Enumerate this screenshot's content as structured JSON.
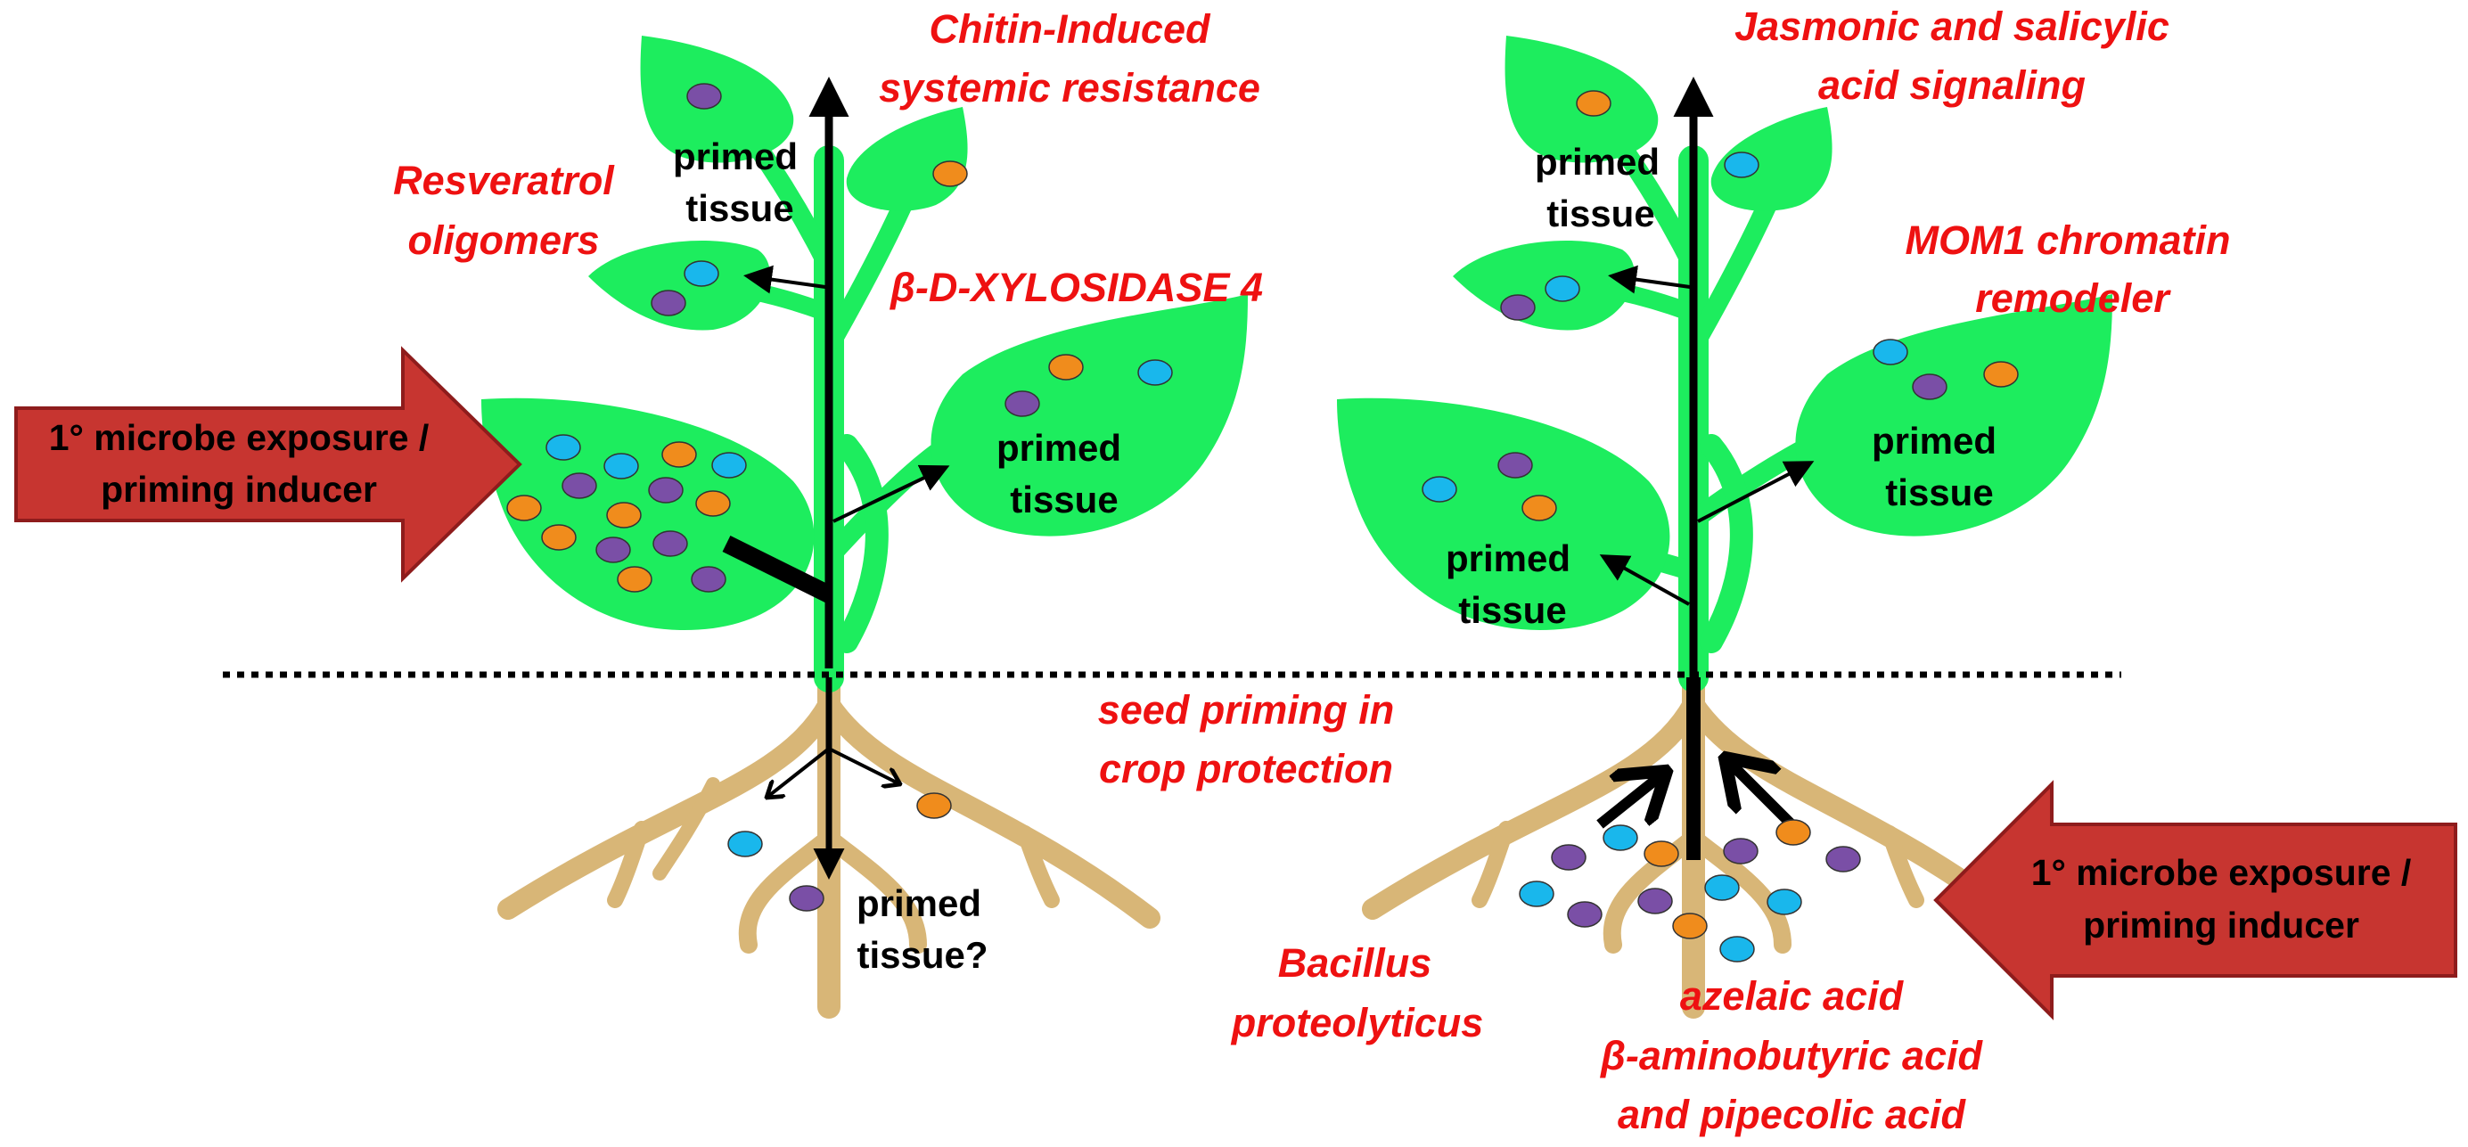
{
  "colors": {
    "leaf": "#1ded5e",
    "root": "#d8b677",
    "annotation_red": "#ee1111",
    "arrow_fill": "#c73530",
    "arrow_stroke": "#8e1c1c",
    "dot_purple": "#7a4fa6",
    "dot_cyan": "#19b7ec",
    "dot_orange": "#f08c1c"
  },
  "left_plant": {
    "inducer_arrow": {
      "line1": "1° microbe exposure /",
      "line2": "priming inducer"
    },
    "primed_top": {
      "line1": "primed",
      "line2": "tissue"
    },
    "primed_right": {
      "line1": "primed",
      "line2": "tissue"
    },
    "primed_root": {
      "line1": "primed",
      "line2": "tissue?"
    }
  },
  "right_plant": {
    "inducer_arrow": {
      "line1": "1° microbe exposure /",
      "line2": "priming inducer"
    },
    "primed_top": {
      "line1": "primed",
      "line2": "tissue"
    },
    "primed_left": {
      "line1": "primed",
      "line2": "tissue"
    },
    "primed_right": {
      "line1": "primed",
      "line2": "tissue"
    }
  },
  "annotations": {
    "chitin": {
      "line1": "Chitin-Induced",
      "line2": "systemic resistance"
    },
    "resveratrol": {
      "line1": "Resveratrol",
      "line2": "oligomers"
    },
    "xylosidase": "β-D-XYLOSIDASE 4",
    "seed_priming": {
      "line1": "seed priming in",
      "line2": "crop protection"
    },
    "jasmonic": {
      "line1": "Jasmonic and salicylic",
      "line2": "acid signaling"
    },
    "mom1": {
      "line1": "MOM1 chromatin",
      "line2": "remodeler"
    },
    "bacillus": {
      "line1": "Bacillus",
      "line2": "proteolyticus"
    },
    "acids": {
      "line1": "azelaic acid",
      "line2": "β-aminobutyric acid",
      "line3": "and pipecolic acid"
    }
  }
}
